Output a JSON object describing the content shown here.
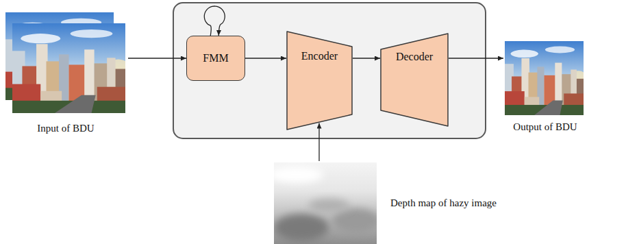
{
  "diagram": {
    "nodes": [
      {
        "text": [
          "Input of BDU"
        ]
      },
      {
        "text": [
          "FMM"
        ]
      },
      {
        "text": [
          "Encoder"
        ]
      },
      {
        "text": [
          "Decoder"
        ]
      },
      {
        "text": [
          "Output of BDU"
        ]
      },
      {
        "text": [
          "Depth map of hazy image"
        ]
      }
    ],
    "edges": [
      {
        "from": 0,
        "to": 1,
        "arrow": "to"
      },
      {
        "from": 1,
        "to": 1,
        "arrow": "to"
      },
      {
        "from": 1,
        "to": 2,
        "arrow": "to"
      },
      {
        "from": 2,
        "to": 3,
        "arrow": "to"
      },
      {
        "from": 3,
        "to": 4,
        "arrow": "to"
      },
      {
        "from": 5,
        "to": 2,
        "arrow": "to"
      }
    ]
  }
}
